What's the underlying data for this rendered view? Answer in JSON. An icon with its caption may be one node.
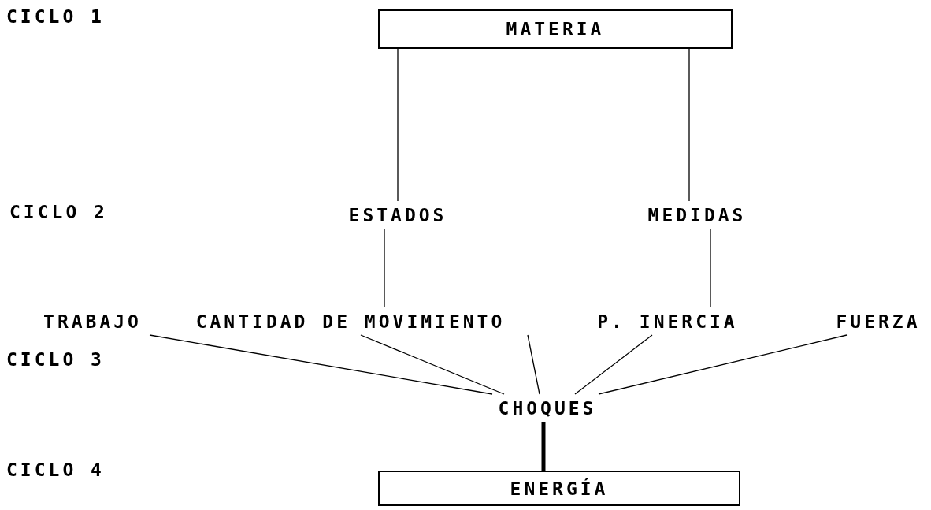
{
  "diagram": {
    "nodes": [
      {
        "text": [
          "MATERIA"
        ]
      },
      {
        "text": [
          "ESTADOS"
        ]
      },
      {
        "text": [
          "MEDIDAS"
        ]
      },
      {
        "text": [
          "TRABAJO"
        ]
      },
      {
        "text": [
          "CANTIDAD DE MOVIMIENTO"
        ]
      },
      {
        "text": [
          "P. INERCIA"
        ]
      },
      {
        "text": [
          "FUERZA"
        ]
      },
      {
        "text": [
          "CHOQUES"
        ]
      },
      {
        "text": [
          "ENERGÍA"
        ]
      }
    ],
    "edges": [
      {
        "from": 0,
        "to": 1,
        "arrow": "none"
      },
      {
        "from": 0,
        "to": 2,
        "arrow": "none"
      },
      {
        "from": 1,
        "to": 4,
        "arrow": "none"
      },
      {
        "from": 2,
        "to": 5,
        "arrow": "none"
      },
      {
        "from": 3,
        "to": 7,
        "arrow": "none"
      },
      {
        "from": 4,
        "to": 7,
        "arrow": "none"
      },
      {
        "from": 4,
        "to": 7,
        "arrow": "none"
      },
      {
        "from": 5,
        "to": 7,
        "arrow": "none"
      },
      {
        "from": 6,
        "to": 7,
        "arrow": "none"
      },
      {
        "from": 7,
        "to": 8,
        "arrow": "none",
        "style": "thick"
      }
    ],
    "labels": [
      "CICLO 1",
      "CICLO 2",
      "CICLO 3",
      "CICLO 4"
    ]
  }
}
